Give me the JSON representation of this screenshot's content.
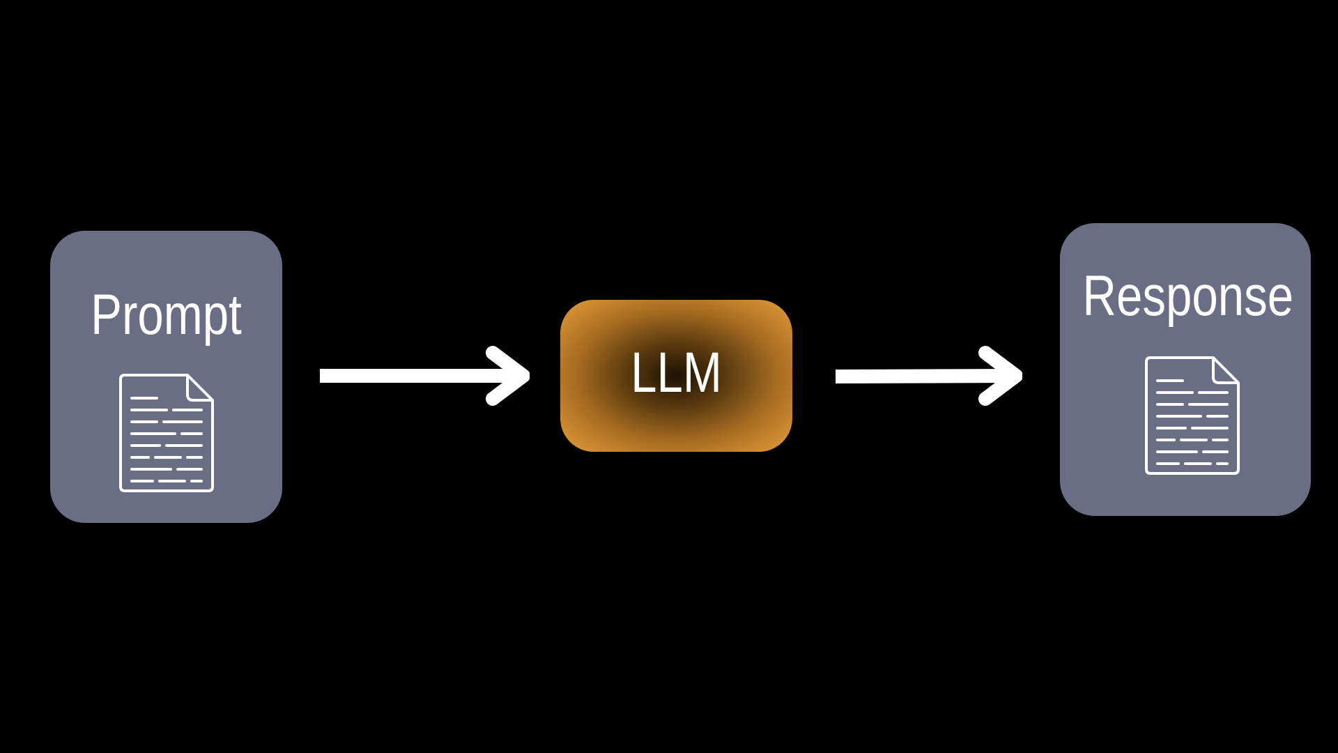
{
  "nodes": {
    "prompt": {
      "label": "Prompt",
      "icon": "document-icon"
    },
    "llm": {
      "label": "LLM"
    },
    "response": {
      "label": "Response",
      "icon": "document-icon"
    }
  },
  "edges": [
    {
      "from": "prompt",
      "to": "llm"
    },
    {
      "from": "llm",
      "to": "response"
    }
  ],
  "colors": {
    "background": "#000000",
    "card": "#6b6d85",
    "llm_outer": "#e79d38",
    "llm_inner": "#1e1203",
    "text": "#ffffff",
    "arrow": "#ffffff"
  }
}
